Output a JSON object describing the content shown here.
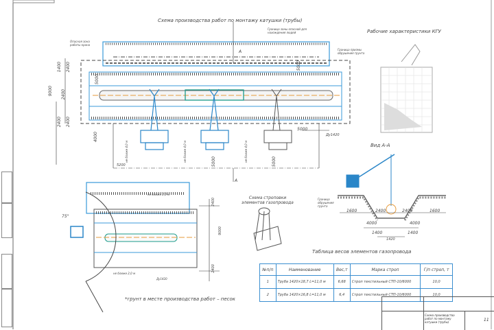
{
  "main_plan": {
    "title": "Схема производства работ по монтажу катушки (трубы)",
    "label_hazard_zone": "Опасная зона работы крана",
    "label_boundary": "Граница зоны опасной для нахождения людей",
    "label_prism": "Граница призмы обрушения грунта",
    "section_mark": "А",
    "dims": [
      "1400",
      "2400",
      "9000",
      "2400",
      "2400",
      "2400",
      "4000",
      "5000",
      "5000",
      "5000",
      "5000",
      "5200",
      "5000"
    ],
    "pipe_label": "Ду1420",
    "offset_labels": [
      "не ближе 4,0 м",
      "не ближе 4,0 м",
      "не ближе 4,0 м"
    ]
  },
  "chart_title": "Рабочие характеристики КГУ",
  "section_view": {
    "title": "Вид А-А",
    "label_prism": "Граница обрушения грунта",
    "dims_top": [
      "1600",
      "2400",
      "2400",
      "1600"
    ],
    "dims_mid": [
      "4000",
      "4000"
    ],
    "dims_bottom": [
      "1400",
      "1400",
      "1420"
    ]
  },
  "sling_scheme": {
    "title": "Схема строповки элементов газопровода"
  },
  "lower_plan": {
    "offset_top": "не ближе 2,0 м",
    "offset_bottom": "не ближе 2,0 м",
    "angle": "75°",
    "dims": [
      "2400",
      "9000",
      "2400"
    ],
    "pipe_label": "Ду1420",
    "note": "*грунт в месте производства работ – песок"
  },
  "weights_table": {
    "title": "Таблица весов элементов газопровода",
    "headers": [
      "№п/п",
      "Наименование",
      "Вес,т",
      "Марка строп",
      "Г/п строп, т"
    ],
    "rows": [
      [
        "1",
        "Труба 1420×18,7 L=11,0 м",
        "6,68",
        "Строп текстильный СТП-10/6000",
        "10,0"
      ],
      [
        "2",
        "Труба 1420×16,8 L=11,0 м",
        "6,4",
        "Строп текстильный СТП-10/6000",
        "10,0"
      ]
    ]
  },
  "title_block": {
    "name": "Схема производства работ по монтажу катушки (трубы)",
    "sheet": "11"
  }
}
